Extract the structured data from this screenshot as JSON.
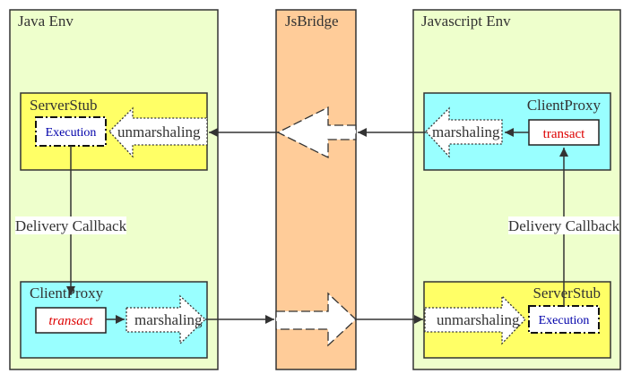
{
  "panels": {
    "java": {
      "title": "Java Env"
    },
    "bridge": {
      "title": "JsBridge"
    },
    "js": {
      "title": "Javascript Env"
    }
  },
  "java": {
    "server_stub": {
      "title": "ServerStub",
      "execution": "Execution",
      "unmarshaling": "unmarshaling"
    },
    "client_proxy": {
      "title": "ClientProxy",
      "transact": "transact",
      "marshaling": "marshaling"
    },
    "delivery_label": "Delivery Callback"
  },
  "js": {
    "client_proxy": {
      "title": "ClientProxy",
      "transact": "transact",
      "marshaling": "marshaling"
    },
    "server_stub": {
      "title": "ServerStub",
      "execution": "Execution",
      "unmarshaling": "unmarshaling"
    },
    "delivery_label": "Delivery Callback"
  },
  "colors": {
    "env_fill": "#eeffcc",
    "bridge_fill": "#ffcc99",
    "server_stub_fill": "#ffff66",
    "client_proxy_fill": "#99ffff",
    "execution_text": "#0000aa",
    "transact_text": "#dd0000",
    "line": "#333333"
  }
}
